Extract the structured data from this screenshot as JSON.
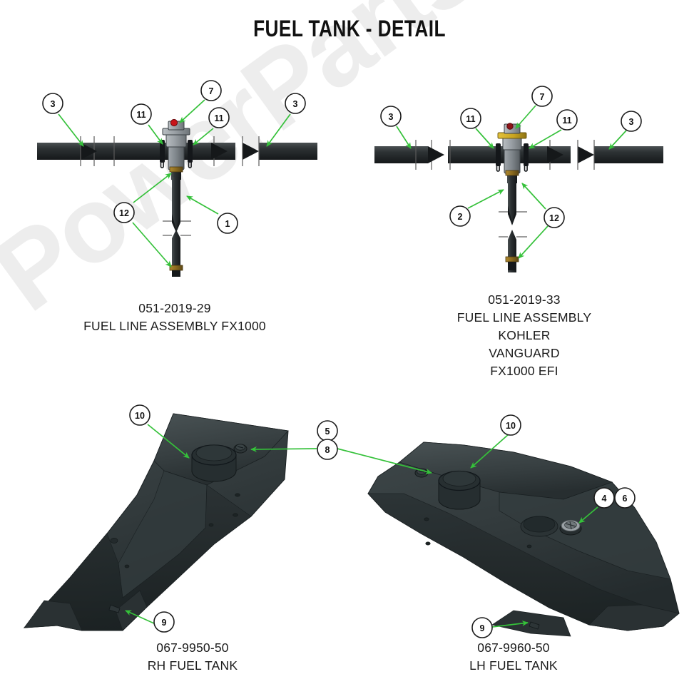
{
  "page": {
    "title": "FUEL TANK - DETAIL",
    "watermark": "PowerParts.com",
    "background_color": "#ffffff",
    "leader_color": "#35c13a",
    "bubble_fill": "#ffffff",
    "bubble_stroke": "#1b1b1b"
  },
  "assemblies": [
    {
      "id": "fuel-line-assembly-left",
      "part_number": "051-2019-29",
      "caption_lines": [
        "051-2019-29",
        "FUEL LINE ASSEMBLY FX1000"
      ],
      "callouts": [
        "3",
        "11",
        "7",
        "11",
        "3",
        "12",
        "1"
      ]
    },
    {
      "id": "fuel-line-assembly-right",
      "part_number": "051-2019-33",
      "caption_lines": [
        "051-2019-33",
        "FUEL LINE ASSEMBLY",
        "KOHLER",
        "VANGUARD",
        "FX1000 EFI"
      ],
      "callouts": [
        "3",
        "11",
        "7",
        "11",
        "3",
        "2",
        "12"
      ]
    },
    {
      "id": "rh-fuel-tank",
      "part_number": "067-9950-50",
      "caption_lines": [
        "067-9950-50",
        "RH FUEL TANK"
      ],
      "callouts": [
        "10",
        "5",
        "8",
        "9"
      ]
    },
    {
      "id": "lh-fuel-tank",
      "part_number": "067-9960-50",
      "caption_lines": [
        "067-9960-50",
        "LH FUEL TANK"
      ],
      "callouts": [
        "10",
        "4",
        "6",
        "9"
      ]
    }
  ],
  "callouts": {
    "a1_left_3": "3",
    "a1_11a": "11",
    "a1_7": "7",
    "a1_11b": "11",
    "a1_right_3": "3",
    "a1_12": "12",
    "a1_1": "1",
    "a2_left_3": "3",
    "a2_11a": "11",
    "a2_7": "7",
    "a2_11b": "11",
    "a2_right_3": "3",
    "a2_2": "2",
    "a2_12": "12",
    "rh_10": "10",
    "rh_5": "5",
    "rh_8": "8",
    "rh_9": "9",
    "lh_10": "10",
    "lh_4": "4",
    "lh_6": "6",
    "lh_9": "9"
  },
  "captions": {
    "left_l1": "051-2019-29",
    "left_l2": "FUEL LINE ASSEMBLY FX1000",
    "right_l1": "051-2019-33",
    "right_l2": "FUEL LINE ASSEMBLY",
    "right_l3": "KOHLER",
    "right_l4": "VANGUARD",
    "right_l5": "FX1000 EFI",
    "rh_l1": "067-9950-50",
    "rh_l2": "RH FUEL TANK",
    "lh_l1": "067-9960-50",
    "lh_l2": "LH FUEL TANK"
  }
}
